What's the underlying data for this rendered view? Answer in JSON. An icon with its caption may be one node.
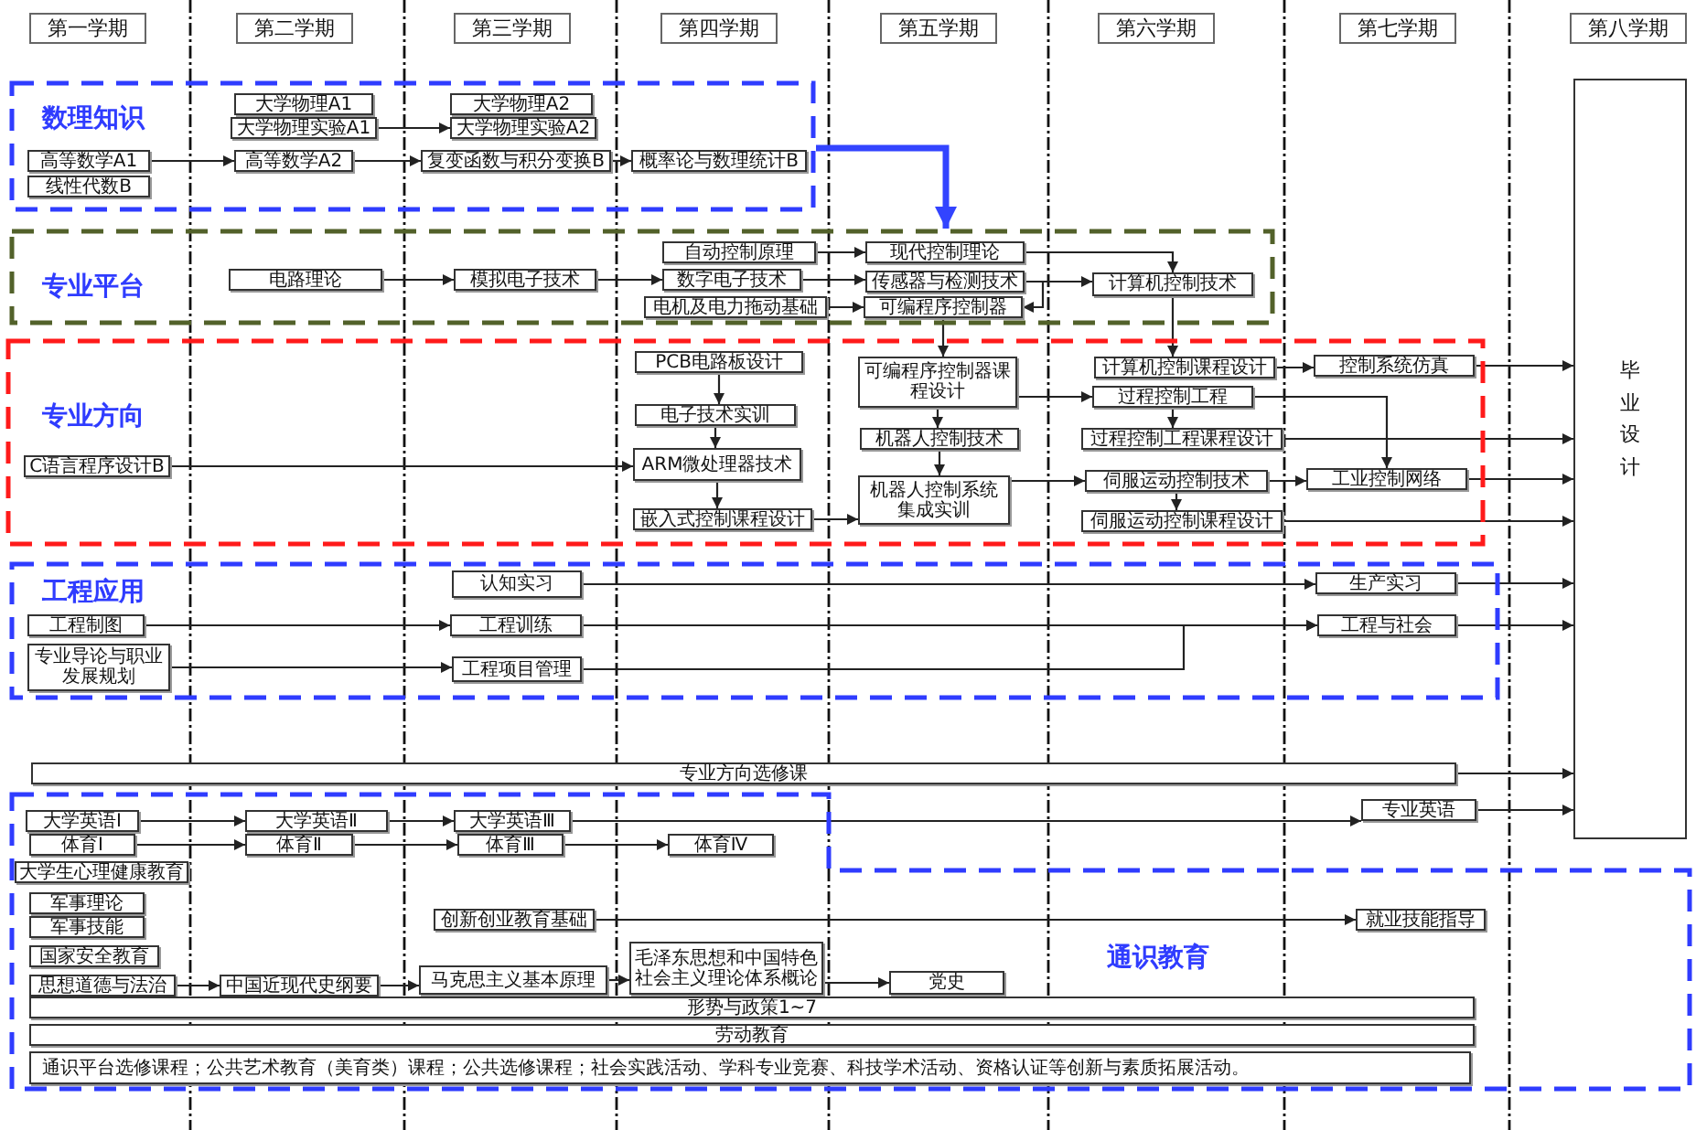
{
  "diagram": {
    "nodes": [
      {
        "text": [
          "第一学期"
        ]
      },
      {
        "text": [
          "第二学期"
        ]
      },
      {
        "text": [
          "第三学期"
        ]
      },
      {
        "text": [
          "第四学期"
        ]
      },
      {
        "text": [
          "第五学期"
        ]
      },
      {
        "text": [
          "第六学期"
        ]
      },
      {
        "text": [
          "第七学期"
        ]
      },
      {
        "text": [
          "第八学期"
        ]
      },
      {
        "text": [
          "数理知识"
        ]
      },
      {
        "text": [
          "大学物理A1"
        ],
        "in": 8
      },
      {
        "text": [
          "大学物理实验A1"
        ],
        "in": 8
      },
      {
        "text": [
          "高等数学A1"
        ],
        "in": 8
      },
      {
        "text": [
          "线性代数B"
        ],
        "in": 8
      },
      {
        "text": [
          "高等数学A2"
        ],
        "in": 8
      },
      {
        "text": [
          "大学物理A2"
        ],
        "in": 8
      },
      {
        "text": [
          "大学物理实验A2"
        ],
        "in": 8
      },
      {
        "text": [
          "复变函数与积分变换B"
        ],
        "in": 8
      },
      {
        "text": [
          "概率论与数理统计B"
        ],
        "in": 8
      },
      {
        "text": [
          "专业平台"
        ]
      },
      {
        "text": [
          "电路理论"
        ],
        "in": 18
      },
      {
        "text": [
          "模拟电子技术"
        ],
        "in": 18
      },
      {
        "text": [
          "自动控制原理"
        ],
        "in": 18
      },
      {
        "text": [
          "数字电子技术"
        ],
        "in": 18
      },
      {
        "text": [
          "电机及电力拖动基础"
        ],
        "in": 18
      },
      {
        "text": [
          "现代控制理论"
        ],
        "in": 18
      },
      {
        "text": [
          "传感器与检测技术"
        ],
        "in": 18
      },
      {
        "text": [
          "可编程序控制器"
        ],
        "in": 18
      },
      {
        "text": [
          "计算机控制技术"
        ],
        "in": 18
      },
      {
        "text": [
          "专业方向"
        ]
      },
      {
        "text": [
          "PCB电路板设计"
        ],
        "in": 28
      },
      {
        "text": [
          "电子技术实训"
        ],
        "in": 28
      },
      {
        "text": [
          "ARM微处理器技术"
        ],
        "in": 28
      },
      {
        "text": [
          "C语言程序设计B"
        ],
        "in": 28
      },
      {
        "text": [
          "嵌入式控制课程设计"
        ],
        "in": 28
      },
      {
        "text": [
          "可编程序控制器课程设计"
        ],
        "in": 28
      },
      {
        "text": [
          "机器人控制技术"
        ],
        "in": 28
      },
      {
        "text": [
          "机器人控制系统集成实训"
        ],
        "in": 28
      },
      {
        "text": [
          "计算机控制课程设计"
        ],
        "in": 28
      },
      {
        "text": [
          "过程控制工程"
        ],
        "in": 28
      },
      {
        "text": [
          "过程控制工程课程设计"
        ],
        "in": 28
      },
      {
        "text": [
          "伺服运动控制技术"
        ],
        "in": 28
      },
      {
        "text": [
          "伺服运动控制课程设计"
        ],
        "in": 28
      },
      {
        "text": [
          "控制系统仿真"
        ],
        "in": 28
      },
      {
        "text": [
          "工业控制网络"
        ],
        "in": 28
      },
      {
        "text": [
          "工程应用"
        ]
      },
      {
        "text": [
          "认知实习"
        ],
        "in": 44
      },
      {
        "text": [
          "工程制图"
        ],
        "in": 44
      },
      {
        "text": [
          "工程训练"
        ],
        "in": 44
      },
      {
        "text": [
          "专业导论与职业发展规划"
        ],
        "in": 44
      },
      {
        "text": [
          "工程项目管理"
        ],
        "in": 44
      },
      {
        "text": [
          "生产实习"
        ],
        "in": 44
      },
      {
        "text": [
          "工程与社会"
        ],
        "in": 44
      },
      {
        "text": [
          "专业方向选修课"
        ]
      },
      {
        "text": [
          "通识教育"
        ]
      },
      {
        "text": [
          "大学英语Ⅰ"
        ],
        "in": 53
      },
      {
        "text": [
          "大学英语Ⅱ"
        ],
        "in": 53
      },
      {
        "text": [
          "大学英语Ⅲ"
        ],
        "in": 53
      },
      {
        "text": [
          "专业英语"
        ]
      },
      {
        "text": [
          "体育Ⅰ"
        ],
        "in": 53
      },
      {
        "text": [
          "体育Ⅱ"
        ],
        "in": 53
      },
      {
        "text": [
          "体育Ⅲ"
        ],
        "in": 53
      },
      {
        "text": [
          "体育Ⅳ"
        ],
        "in": 53
      },
      {
        "text": [
          "大学生心理健康教育"
        ],
        "in": 53
      },
      {
        "text": [
          "军事理论"
        ],
        "in": 53
      },
      {
        "text": [
          "军事技能"
        ],
        "in": 53
      },
      {
        "text": [
          "国家安全教育"
        ],
        "in": 53
      },
      {
        "text": [
          "创新创业教育基础"
        ],
        "in": 53
      },
      {
        "text": [
          "就业技能指导"
        ],
        "in": 53
      },
      {
        "text": [
          "思想道德与法治"
        ],
        "in": 53
      },
      {
        "text": [
          "中国近现代史纲要"
        ],
        "in": 53
      },
      {
        "text": [
          "马克思主义基本原理"
        ],
        "in": 53
      },
      {
        "text": [
          "毛泽东思想和中国特色社会主义理论体系概论"
        ],
        "in": 53
      },
      {
        "text": [
          "党史"
        ],
        "in": 53
      },
      {
        "text": [
          "形势与政策1~7"
        ],
        "in": 53
      },
      {
        "text": [
          "劳动教育"
        ],
        "in": 53
      },
      {
        "text": [
          "通识平台选修课程；公共艺术教育（美育类）课程；公共选修课程；社会实践活动、学科专业竞赛、科技学术活动、资格认证等创新与素质拓展活动。"
        ],
        "in": 53
      },
      {
        "text": [
          "毕业设计"
        ]
      }
    ],
    "edges": [
      {
        "from": 8,
        "to": 18,
        "arrow": "to",
        "style": "thick",
        "color": "#3344ff"
      },
      {
        "from": 11,
        "to": 13,
        "arrow": "to"
      },
      {
        "from": 13,
        "to": 16,
        "arrow": "to"
      },
      {
        "from": 16,
        "to": 17,
        "arrow": "to"
      },
      {
        "from": 10,
        "to": 15,
        "arrow": "to"
      },
      {
        "from": 19,
        "to": 20,
        "arrow": "to"
      },
      {
        "from": 20,
        "to": 22,
        "arrow": "to"
      },
      {
        "from": 21,
        "to": 24,
        "arrow": "to"
      },
      {
        "from": 22,
        "to": 25,
        "arrow": "to"
      },
      {
        "from": 23,
        "to": 26,
        "arrow": "to"
      },
      {
        "from": 24,
        "to": 27,
        "arrow": "to"
      },
      {
        "from": 25,
        "to": 27,
        "arrow": "to"
      },
      {
        "from": 25,
        "to": 26,
        "arrow": "to"
      },
      {
        "from": 26,
        "to": 34,
        "arrow": "to"
      },
      {
        "from": 27,
        "to": 37,
        "arrow": "to"
      },
      {
        "from": 29,
        "to": 30,
        "arrow": "to"
      },
      {
        "from": 30,
        "to": 31,
        "arrow": "to"
      },
      {
        "from": 31,
        "to": 33,
        "arrow": "to"
      },
      {
        "from": 32,
        "to": 31,
        "arrow": "to"
      },
      {
        "from": 33,
        "to": 36,
        "arrow": "to"
      },
      {
        "from": 34,
        "to": 35,
        "arrow": "to"
      },
      {
        "from": 34,
        "to": 38,
        "arrow": "to"
      },
      {
        "from": 35,
        "to": 36,
        "arrow": "to"
      },
      {
        "from": 36,
        "to": 40,
        "arrow": "to"
      },
      {
        "from": 37,
        "to": 42,
        "arrow": "to"
      },
      {
        "from": 38,
        "to": 39,
        "arrow": "to"
      },
      {
        "from": 38,
        "to": 43,
        "arrow": "to"
      },
      {
        "from": 40,
        "to": 41,
        "arrow": "to"
      },
      {
        "from": 40,
        "to": 43,
        "arrow": "to"
      },
      {
        "from": 42,
        "to": 76,
        "arrow": "to"
      },
      {
        "from": 39,
        "to": 76,
        "arrow": "to"
      },
      {
        "from": 43,
        "to": 76,
        "arrow": "to"
      },
      {
        "from": 41,
        "to": 76,
        "arrow": "to"
      },
      {
        "from": 45,
        "to": 50,
        "arrow": "to"
      },
      {
        "from": 46,
        "to": 47,
        "arrow": "to"
      },
      {
        "from": 48,
        "to": 49,
        "arrow": "to"
      },
      {
        "from": 47,
        "to": 51,
        "arrow": "to"
      },
      {
        "from": 49,
        "to": 51,
        "arrow": "to"
      },
      {
        "from": 50,
        "to": 76,
        "arrow": "to"
      },
      {
        "from": 51,
        "to": 76,
        "arrow": "to"
      },
      {
        "from": 52,
        "to": 76,
        "arrow": "to"
      },
      {
        "from": 54,
        "to": 55,
        "arrow": "to"
      },
      {
        "from": 55,
        "to": 56,
        "arrow": "to"
      },
      {
        "from": 56,
        "to": 57,
        "arrow": "to"
      },
      {
        "from": 57,
        "to": 76,
        "arrow": "to"
      },
      {
        "from": 58,
        "to": 59,
        "arrow": "to"
      },
      {
        "from": 59,
        "to": 60,
        "arrow": "to"
      },
      {
        "from": 60,
        "to": 61,
        "arrow": "to"
      },
      {
        "from": 66,
        "to": 67,
        "arrow": "to"
      },
      {
        "from": 68,
        "to": 69,
        "arrow": "to"
      },
      {
        "from": 69,
        "to": 70,
        "arrow": "to"
      },
      {
        "from": 70,
        "to": 71,
        "arrow": "to"
      },
      {
        "from": 71,
        "to": 72,
        "arrow": "to"
      }
    ]
  }
}
